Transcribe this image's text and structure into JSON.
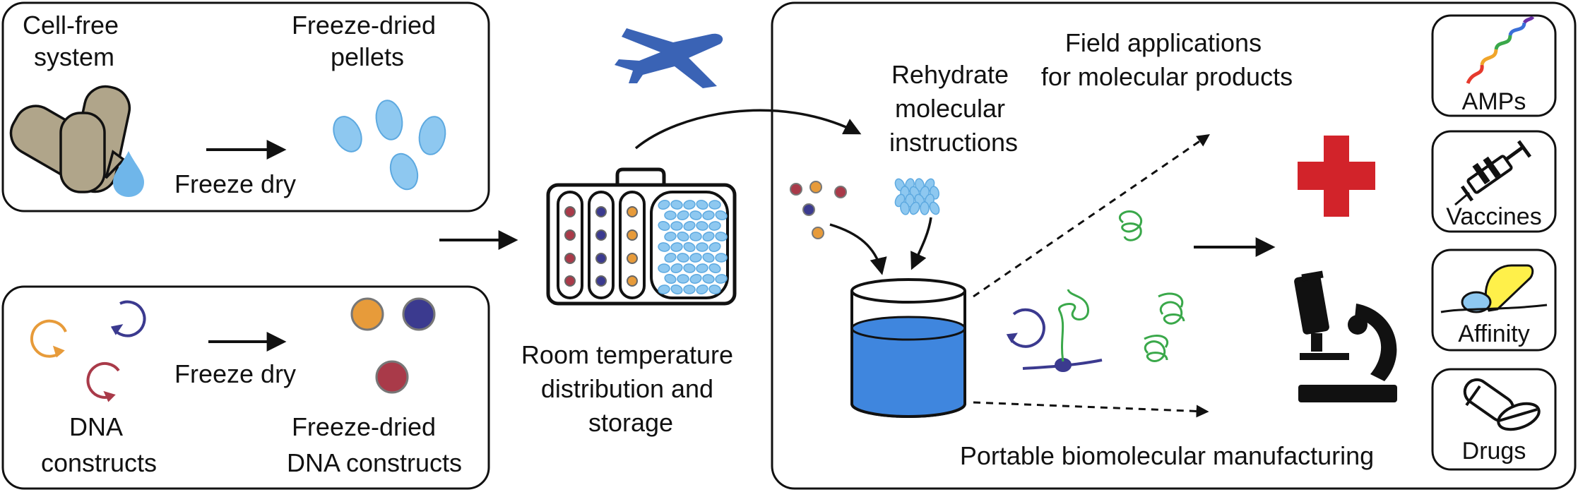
{
  "panels": {
    "cell_free": {
      "source_label": [
        "Cell-free",
        "system"
      ],
      "product_label": [
        "Freeze-dried",
        "pellets"
      ],
      "process_label": "Freeze dry"
    },
    "dna": {
      "source_label": [
        "DNA",
        "constructs"
      ],
      "product_label": [
        "Freeze-dried",
        "DNA constructs"
      ],
      "process_label": "Freeze dry"
    }
  },
  "storage": {
    "label": [
      "Room temperature",
      "distribution and",
      "storage"
    ]
  },
  "manufacturing": {
    "rehydrate_label": [
      "Rehydrate",
      "molecular",
      "instructions"
    ],
    "field_label": [
      "Field applications",
      "for molecular products"
    ],
    "bottom_label": "Portable biomolecular manufacturing"
  },
  "applications": [
    {
      "label": "AMPs",
      "icon": "helix-icon"
    },
    {
      "label": "Vaccines",
      "icon": "syringe-icon"
    },
    {
      "label": "Affinity",
      "icon": "binding-icon"
    },
    {
      "label": "Drugs",
      "icon": "pill-icon"
    }
  ],
  "colors": {
    "pellet": "#8ec8f0",
    "pellet_stroke": "#5da9e0",
    "tan": "#b0a58a",
    "orange": "#e79b3a",
    "navy": "#3b3a8f",
    "red": "#a93a49",
    "blue_water": "#3f86de",
    "green": "#3aa84a",
    "cross_red": "#d2232a",
    "plane": "#3a63b5"
  }
}
